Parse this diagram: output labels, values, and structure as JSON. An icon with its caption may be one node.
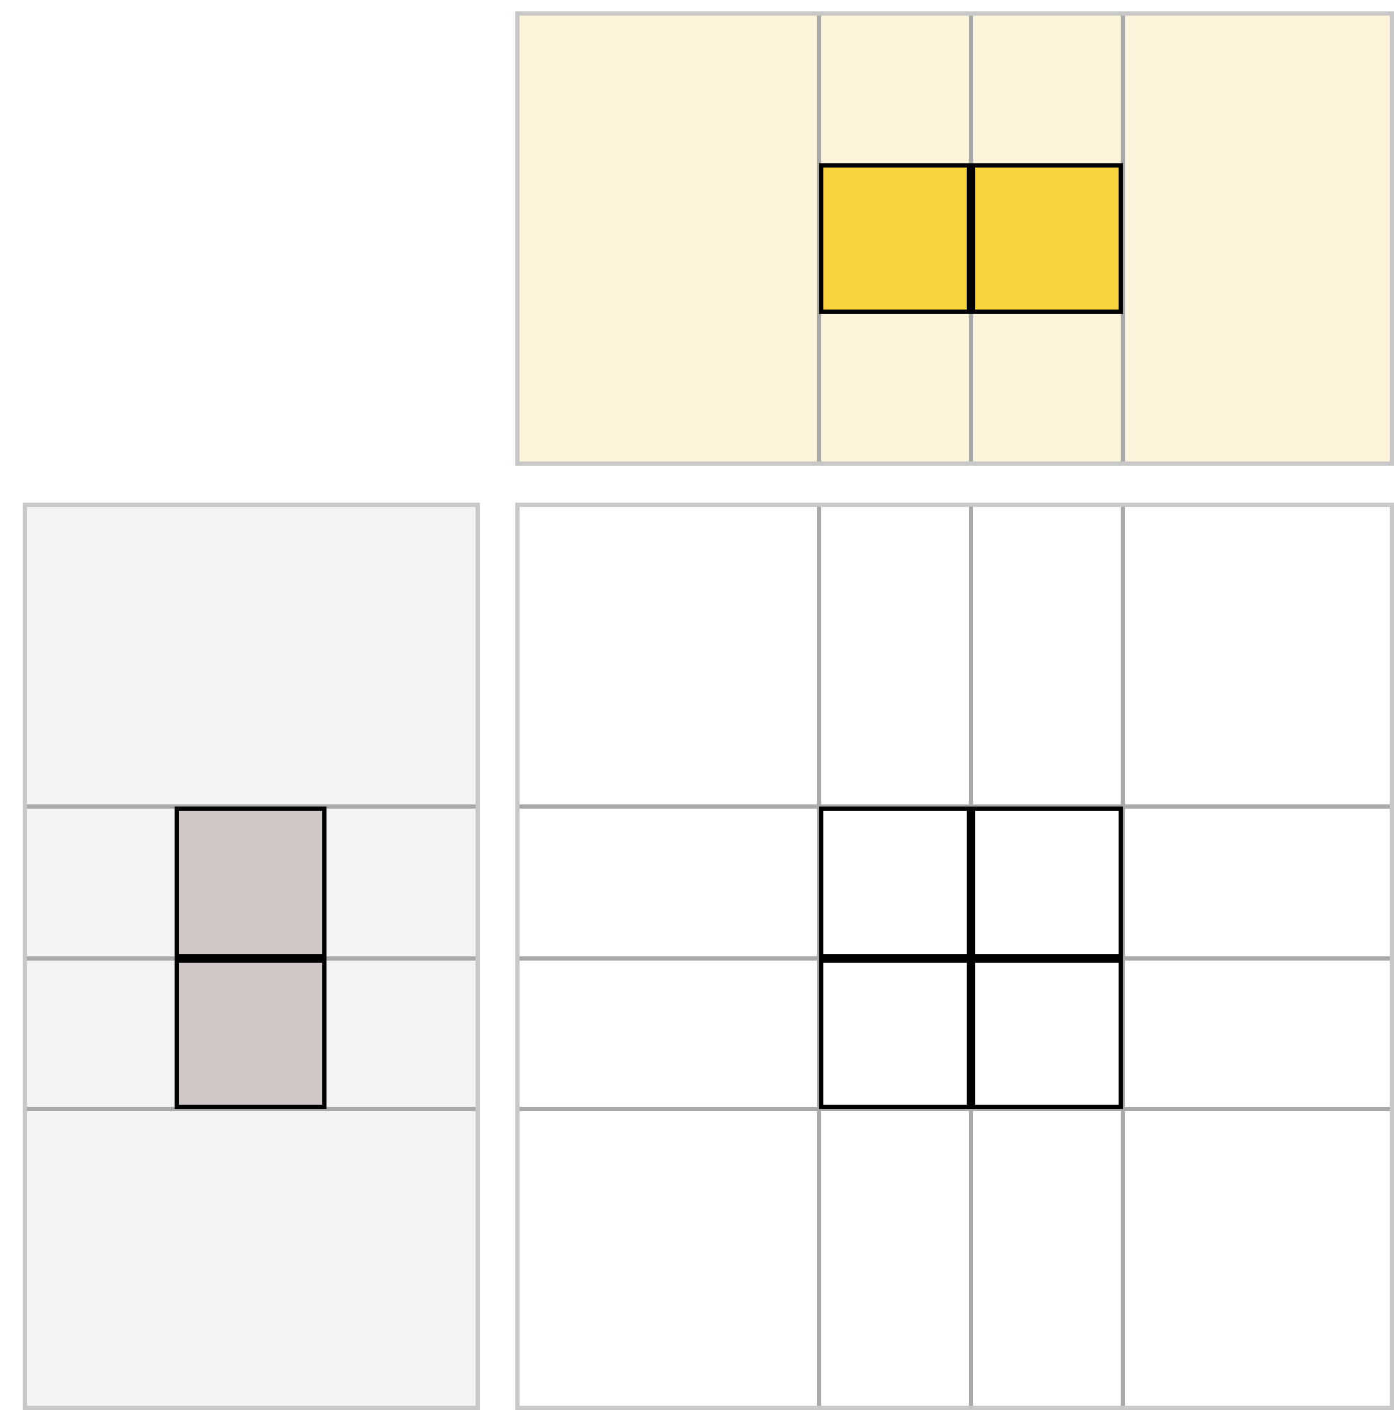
{
  "diagram": {
    "nodes": [
      {
        "text": [],
        "shape": "box"
      },
      {
        "text": [],
        "shape": "box"
      },
      {
        "text": [],
        "shape": "box"
      },
      {
        "text": [],
        "shape": "box",
        "in": 0
      },
      {
        "text": [],
        "shape": "box",
        "in": 0
      },
      {
        "text": [],
        "shape": "box",
        "in": 1
      },
      {
        "text": [],
        "shape": "box",
        "in": 1
      },
      {
        "text": [],
        "shape": "box",
        "in": 2
      },
      {
        "text": [],
        "shape": "box",
        "in": 2
      },
      {
        "text": [],
        "shape": "box",
        "in": 2
      },
      {
        "text": [],
        "shape": "box",
        "in": 2
      }
    ]
  }
}
